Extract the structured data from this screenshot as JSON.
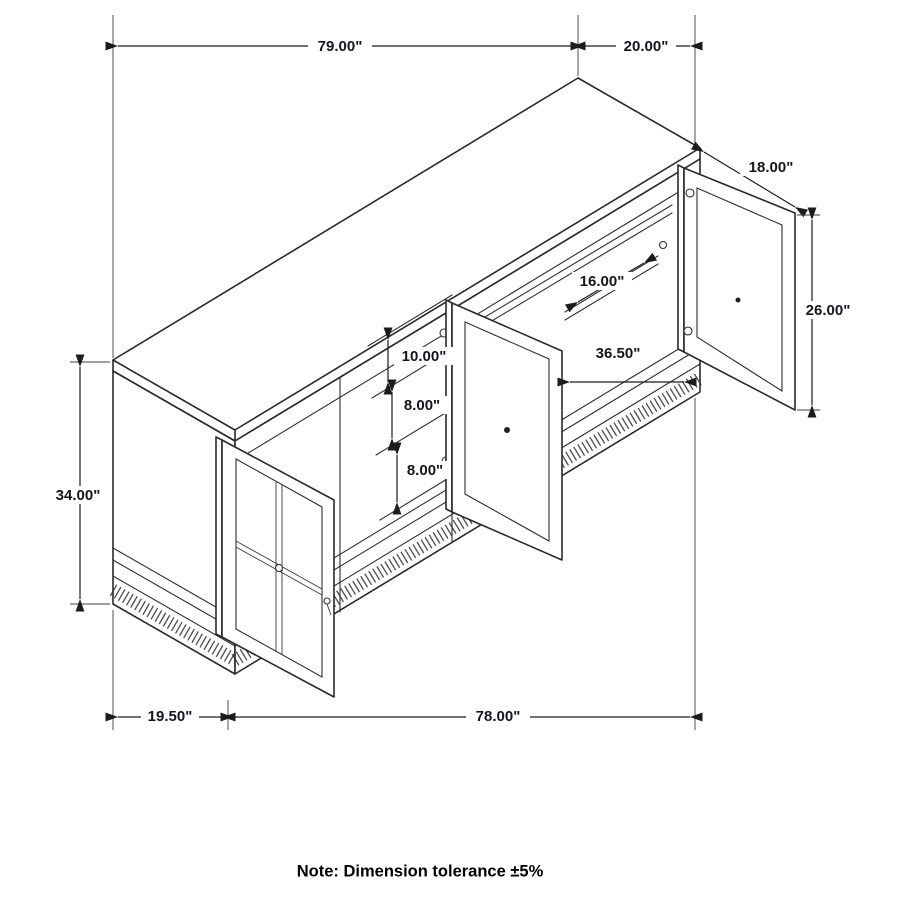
{
  "page": {
    "background_color": "#ffffff",
    "line_color": "#2a2a2a",
    "label_color": "#15151f"
  },
  "dimensions": {
    "top_width": "79.00\"",
    "top_right_depth_span": "20.00\"",
    "door_depth": "18.00\"",
    "right_door_height": "26.00\"",
    "shelf_width": "16.00\"",
    "interior_width": "36.50\"",
    "shelf_gap_top": "10.00\"",
    "shelf_gap_middle": "8.00\"",
    "shelf_gap_bottom": "8.00\"",
    "left_side_height": "34.00\"",
    "base_depth": "19.50\"",
    "base_width": "78.00\""
  },
  "note": "Note: Dimension tolerance ±5%"
}
